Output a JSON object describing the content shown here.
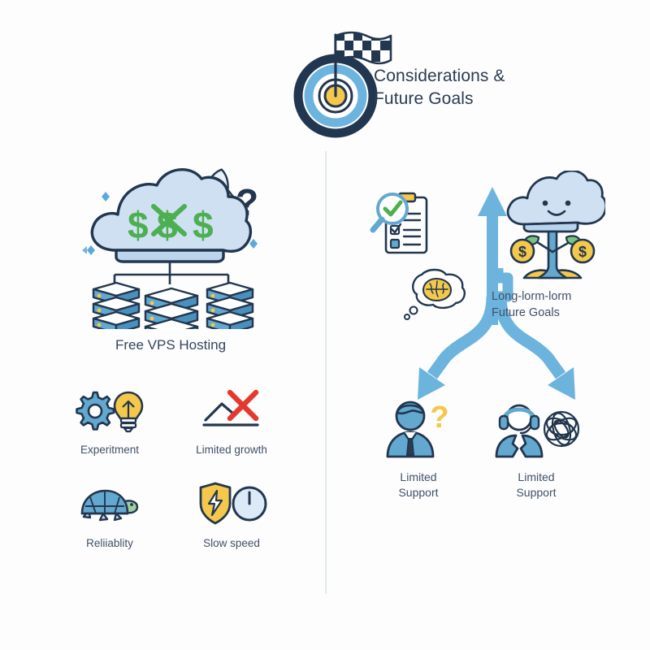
{
  "header": {
    "icon": "target-flag-icon",
    "title_line1": "Considerations &",
    "title_line2": "Future Goals"
  },
  "divider": {
    "name": "panel-divider"
  },
  "left_panel": {
    "hero": {
      "icon": "cloud-servers-free-icon",
      "label": "Free VPS Hosting"
    },
    "features": [
      {
        "icon": "gear-lightbulb-icon",
        "label": "Experitment"
      },
      {
        "icon": "declining-chart-x-icon",
        "label": "Limited growth"
      },
      {
        "icon": "turtle-icon",
        "label": "Reliiablity"
      },
      {
        "icon": "shield-clock-icon",
        "label": "Slow speed"
      }
    ]
  },
  "right_panel": {
    "checklist": {
      "icon": "magnifier-checklist-icon"
    },
    "thought": {
      "icon": "brain-thought-bubble-icon"
    },
    "goals": {
      "icon": "money-tree-cloud-icon",
      "label_line1": "Long-lorm-lorm",
      "label_line2": "Future Goals"
    },
    "flow": {
      "icon": "branching-arrows-icon"
    },
    "supports": [
      {
        "icon": "person-question-icon",
        "label_line1": "Limited",
        "label_line2": "Support"
      },
      {
        "icon": "headset-agent-tangle-icon",
        "label_line1": "Limited",
        "label_line2": "Support"
      }
    ]
  },
  "colors": {
    "background": "#fdfdfd",
    "navy": "#22374f",
    "text": "#3f5167",
    "arrow_blue": "#6cb4dd",
    "cloud_blue": "#cfe0f2",
    "icon_blue": "#63a8cf",
    "yellow": "#f4c84a",
    "green": "#4caf50",
    "red": "#e5392f",
    "divider": "#e4e9ee"
  }
}
